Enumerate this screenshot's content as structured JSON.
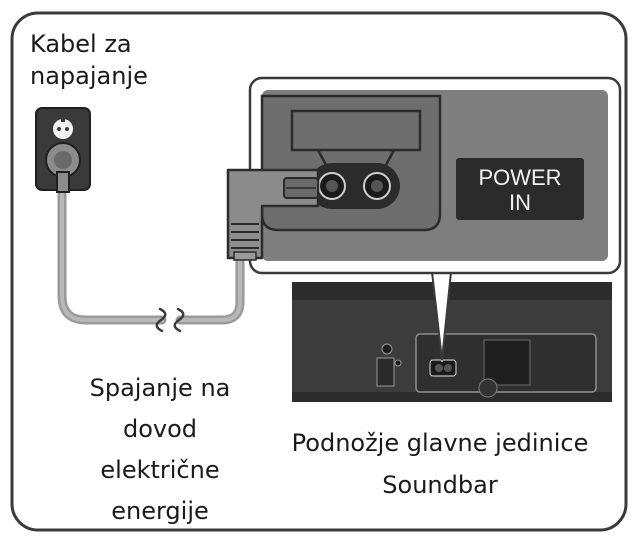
{
  "labels": {
    "cable": [
      "Kabel za",
      "napajanje"
    ],
    "connect": [
      "Spajanje na",
      "dovod",
      "električne",
      "energije"
    ],
    "base": [
      "Podnožje glavne jedinice",
      "Soundbar"
    ],
    "power_in": [
      "POWER",
      "IN"
    ]
  },
  "colors": {
    "frame": "#3a3a3a",
    "cable": "#9a9a9a",
    "panel": "#7f7f7f",
    "dark": "#2b2b2b"
  },
  "icons": [
    "wall-outlet-icon",
    "power-plug-icon",
    "power-connector-icon",
    "cable-break-icon"
  ]
}
